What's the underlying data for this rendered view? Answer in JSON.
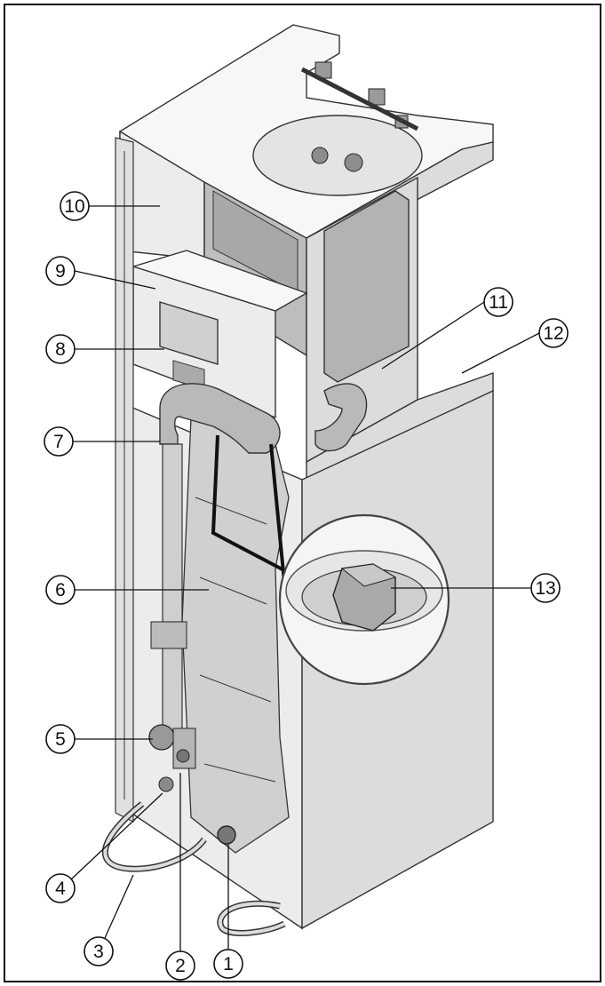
{
  "callouts": [
    {
      "id": "1",
      "label": "1"
    },
    {
      "id": "2",
      "label": "2"
    },
    {
      "id": "3",
      "label": "3"
    },
    {
      "id": "4",
      "label": "4"
    },
    {
      "id": "5",
      "label": "5"
    },
    {
      "id": "6",
      "label": "6"
    },
    {
      "id": "7",
      "label": "7"
    },
    {
      "id": "8",
      "label": "8"
    },
    {
      "id": "9",
      "label": "9"
    },
    {
      "id": "10",
      "label": "10"
    },
    {
      "id": "11",
      "label": "11"
    },
    {
      "id": "12",
      "label": "12"
    },
    {
      "id": "13",
      "label": "13"
    }
  ],
  "colors": {
    "line": "#111111",
    "panel_light": "#ececec",
    "panel_mid": "#dcdcdc",
    "panel_dark": "#bdbdbd",
    "background": "#ffffff"
  }
}
